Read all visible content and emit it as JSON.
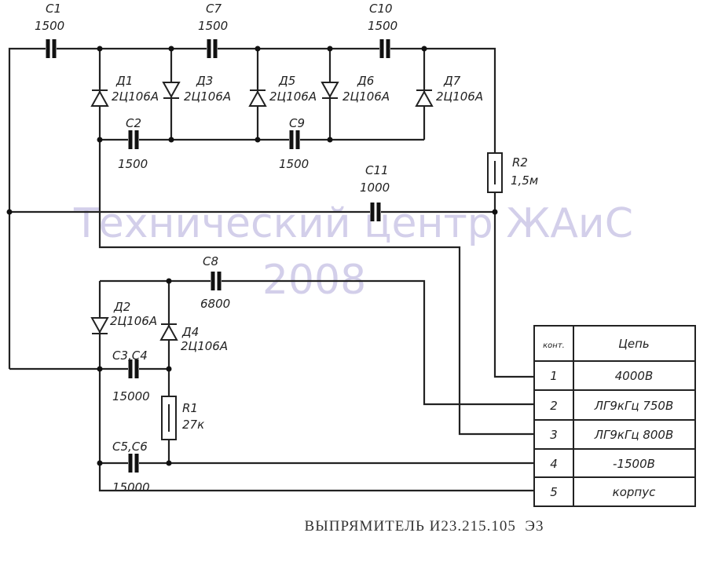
{
  "watermark": {
    "line1": "Технический центр ЖАиС",
    "line2": "2008"
  },
  "components": {
    "C1": {
      "name": "С1",
      "value": "1500"
    },
    "C7": {
      "name": "С7",
      "value": "1500"
    },
    "C10": {
      "name": "С10",
      "value": "1500"
    },
    "C2": {
      "name": "С2",
      "value": "1500"
    },
    "C9": {
      "name": "С9",
      "value": "1500"
    },
    "C11": {
      "name": "С11",
      "value": "1000"
    },
    "C8": {
      "name": "С8",
      "value": "6800"
    },
    "C34": {
      "name": "С3,С4",
      "value": "15000"
    },
    "C56": {
      "name": "С5,С6",
      "value": "15000"
    },
    "R1": {
      "name": "R1",
      "value": "27к"
    },
    "R2": {
      "name": "R2",
      "value": "1,5м"
    },
    "D1": {
      "name": "Д1",
      "type": "2Ц106А"
    },
    "D3": {
      "name": "Д3",
      "type": "2Ц106А"
    },
    "D5": {
      "name": "Д5",
      "type": "2Ц106А"
    },
    "D6": {
      "name": "Д6",
      "type": "2Ц106А"
    },
    "D7": {
      "name": "Д7",
      "type": "2Ц106А"
    },
    "D2": {
      "name": "Д2",
      "type": "2Ц106А"
    },
    "D4": {
      "name": "Д4",
      "type": "2Ц106А"
    }
  },
  "table": {
    "headers": [
      "конт.",
      "Цепь"
    ],
    "rows": [
      [
        "1",
        "4000В"
      ],
      [
        "2",
        "ЛГ9кГц 750В"
      ],
      [
        "3",
        "ЛГ9кГц 800В"
      ],
      [
        "4",
        "-1500В"
      ],
      [
        "5",
        "корпус"
      ]
    ]
  },
  "title": "ВЫПРЯМИТЕЛЬ И23.215.105  Э3"
}
